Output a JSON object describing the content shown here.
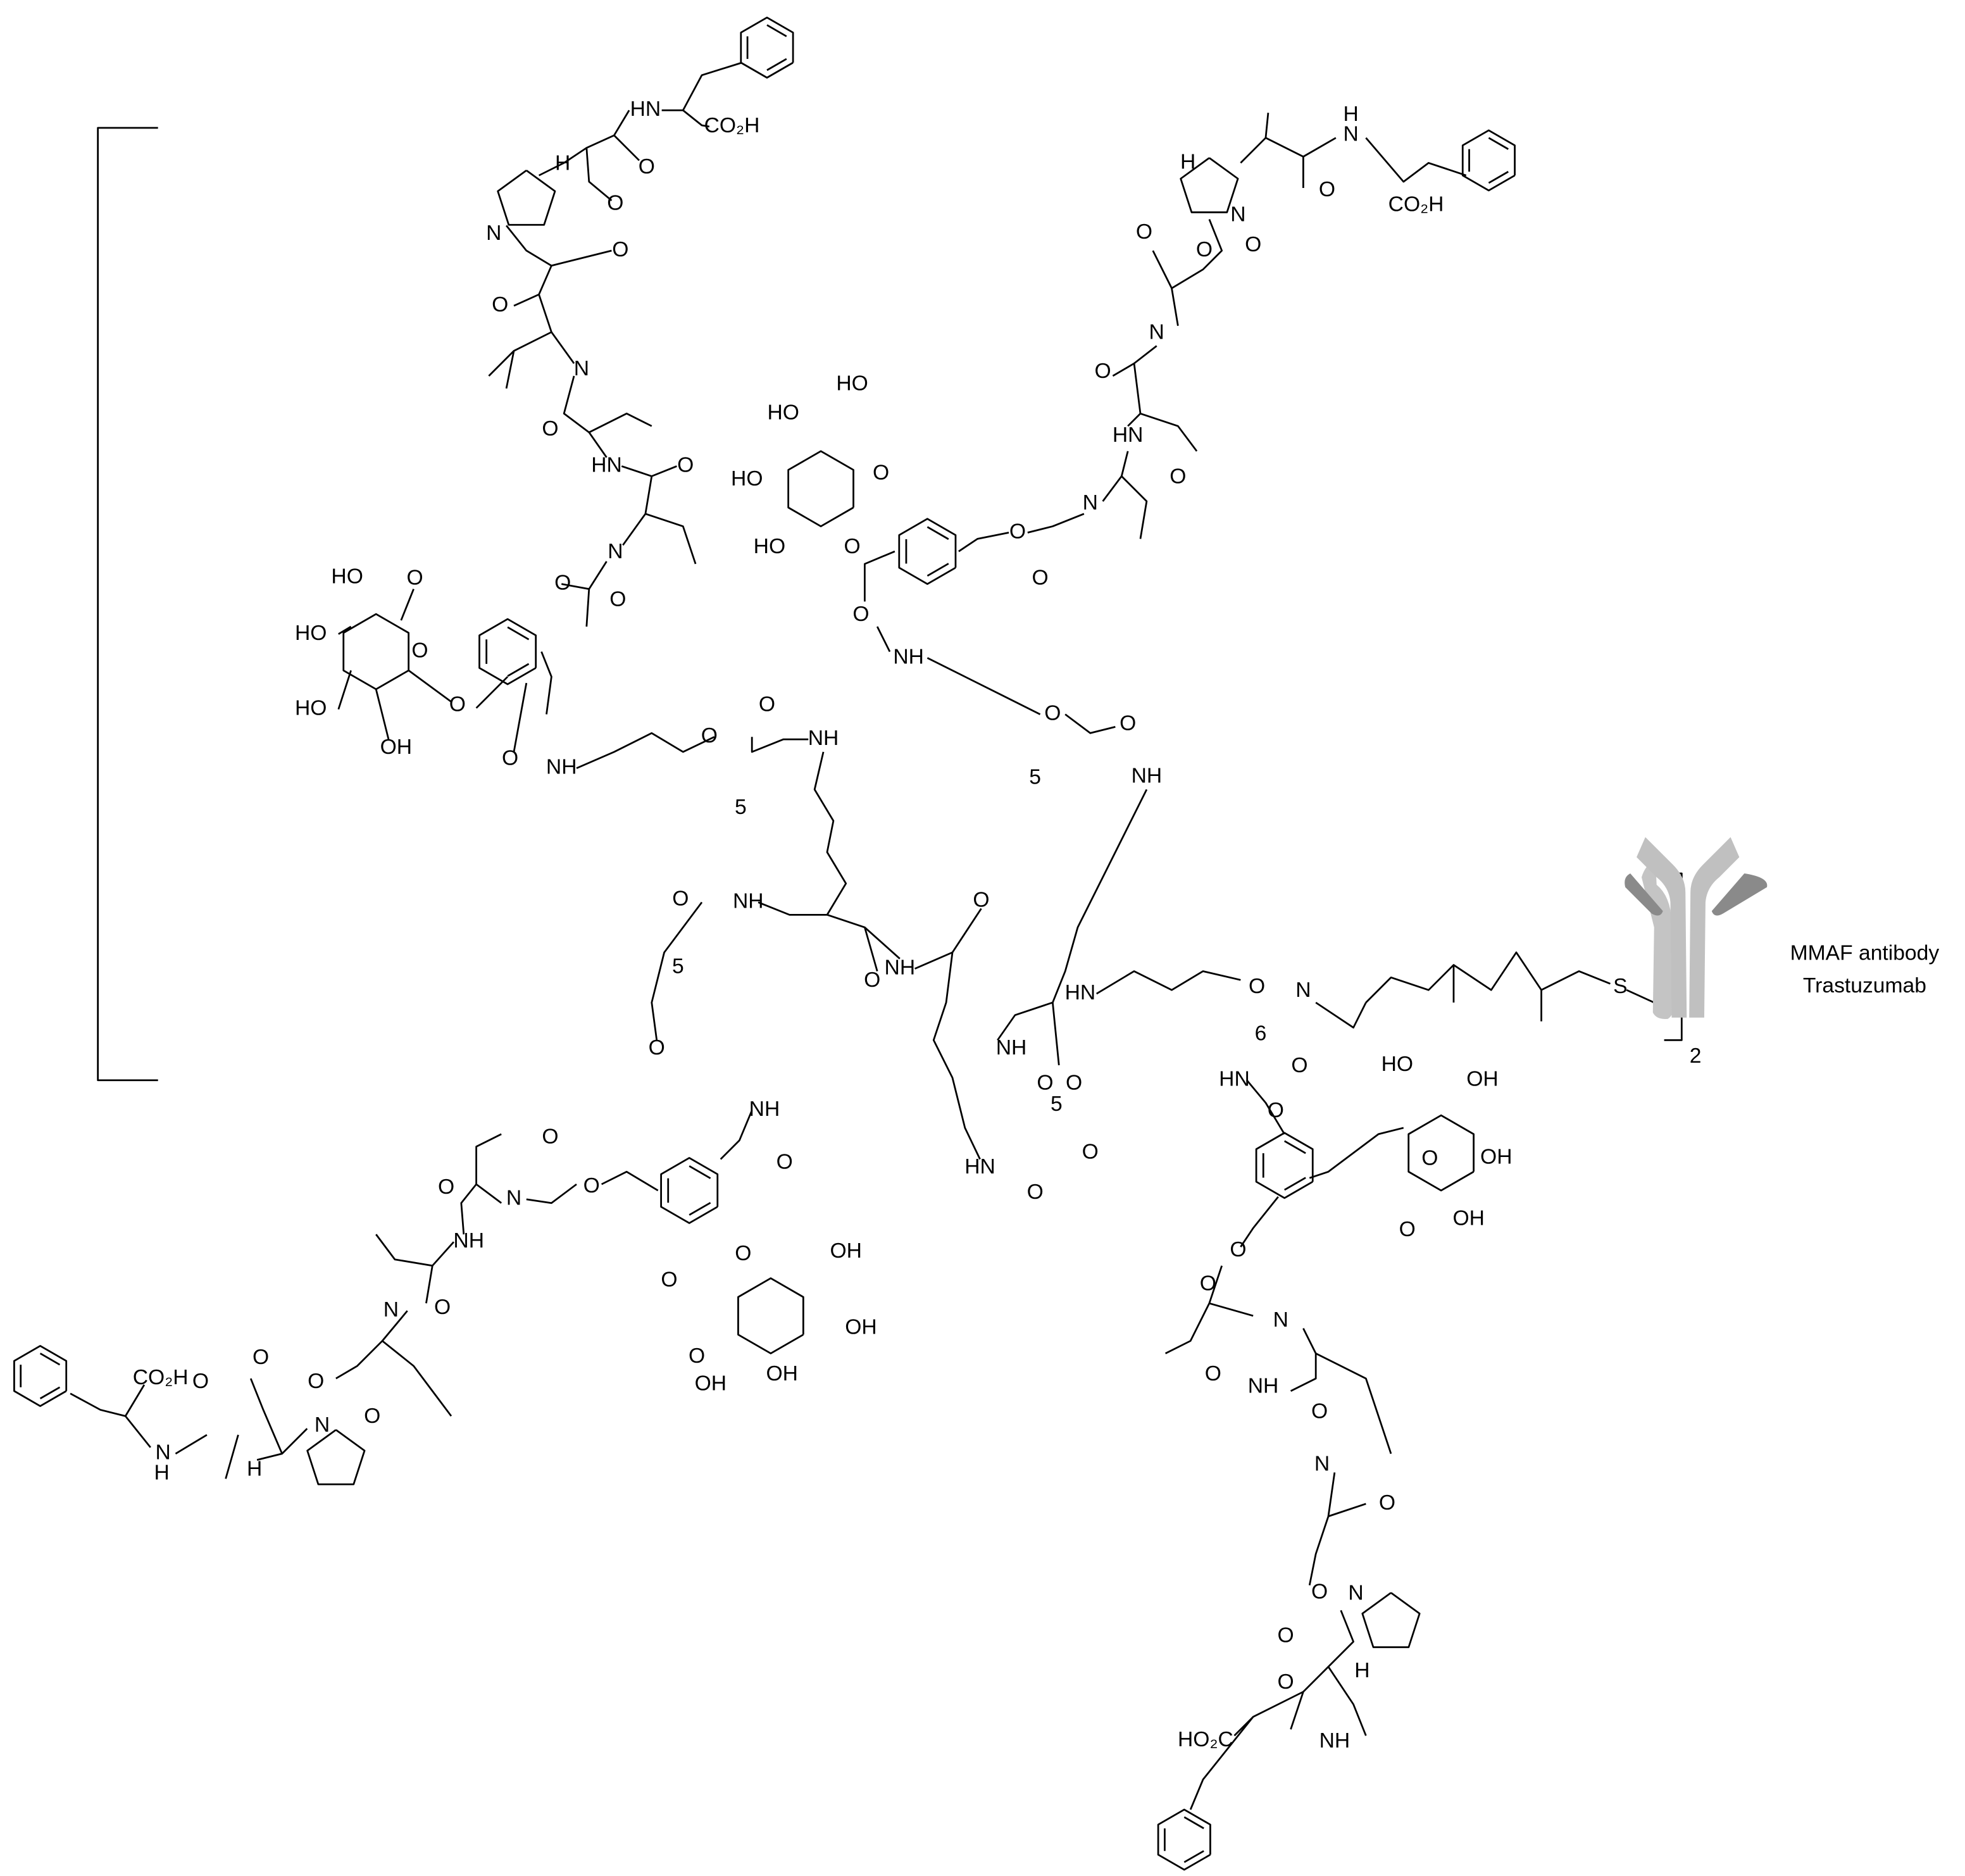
{
  "figure": {
    "antibody_label_line1": "MMAF antibody",
    "antibody_label_line2": "Trastuzumab",
    "repeat_count": "2",
    "linker_subscript_main": "6",
    "colors": {
      "antibody_light": "#c0c0c0",
      "antibody_dark": "#8a8a8a",
      "ink": "#000000"
    }
  },
  "atom_labels": [
    "HN",
    "CO₂H",
    "H",
    "O",
    "O",
    "N",
    "O",
    "O",
    "N",
    "O",
    "HN",
    "O",
    "N",
    "O",
    "O",
    "HO",
    "O",
    "HO",
    "O",
    "HO",
    "O",
    "OH",
    "O",
    "NH",
    "O",
    "5",
    "O",
    "NH",
    "H",
    "N",
    "H",
    "N",
    "O",
    "O",
    "O",
    "CO₂H",
    "O",
    "N",
    "O",
    "HN",
    "O",
    "N",
    "O",
    "O",
    "HO",
    "HO",
    "O",
    "HO",
    "HO",
    "O",
    "O",
    "NH",
    "O",
    "5",
    "O",
    "NH",
    "O",
    "NH",
    "NH",
    "O",
    "O",
    "5",
    "O",
    "NH",
    "O",
    "HN",
    "O",
    "O",
    "N",
    "S",
    "NH",
    "O",
    "O",
    "O",
    "N",
    "O",
    "NH",
    "N",
    "O",
    "O",
    "OH",
    "O",
    "OH",
    "OH",
    "O",
    "OH",
    "CO₂H",
    "O",
    "O",
    "N",
    "H",
    "N",
    "O",
    "O",
    "H",
    "HN",
    "O",
    "O",
    "HO",
    "OH",
    "O",
    "OH",
    "O",
    "OH",
    "O",
    "O",
    "N",
    "O",
    "NH",
    "O",
    "N",
    "O",
    "O",
    "N",
    "O",
    "H",
    "O",
    "HO₂C",
    "NH",
    "HN",
    "O",
    "5",
    "O"
  ]
}
